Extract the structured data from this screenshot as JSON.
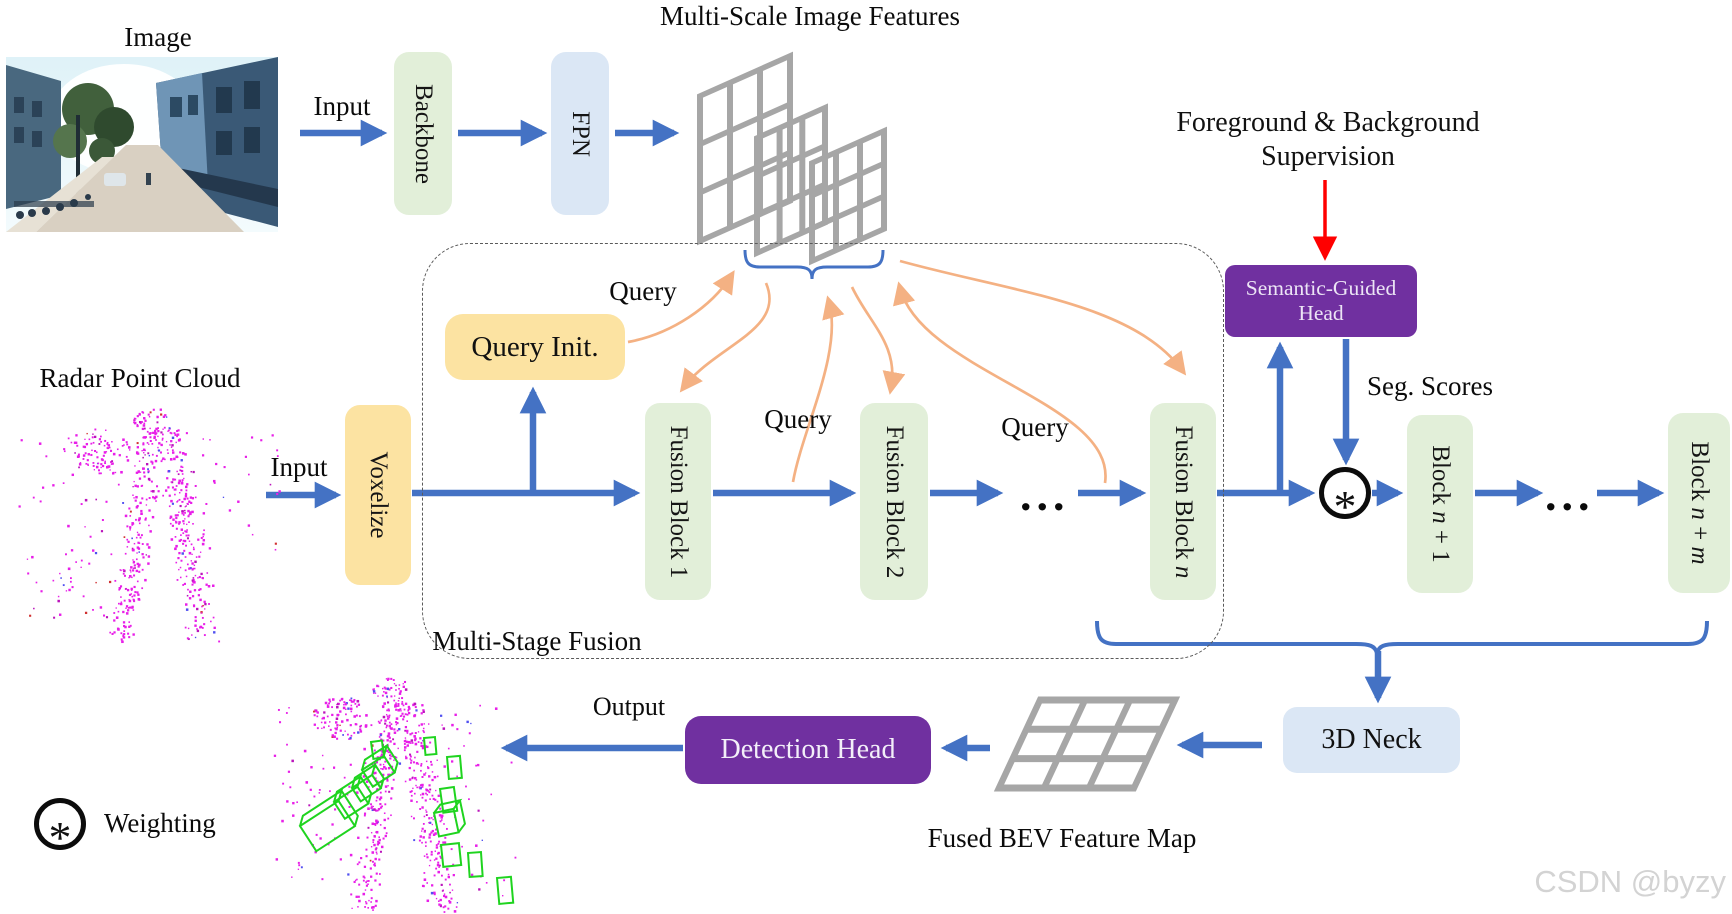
{
  "image_branch": {
    "label": "Image",
    "input_label": "Input",
    "backbone_label": "Backbone",
    "fpn_label": "FPN",
    "features_title": "Multi-Scale Image Features"
  },
  "radar_branch": {
    "label": "Radar Point Cloud",
    "input_label": "Input",
    "voxelize_label": "Voxelize"
  },
  "fusion": {
    "container_label": "Multi-Stage Fusion",
    "query_init_label": "Query Init.",
    "query1": "Query",
    "query2": "Query",
    "query3": "Query",
    "block1_label": "Fusion Block 1",
    "block2_label": "Fusion Block 2",
    "blockn_pre": "Fusion Block ",
    "blockn_var": "n",
    "dots": "..."
  },
  "supervision": {
    "title_line1": "Foreground & Background",
    "title_line2": "Supervision",
    "head_line1": "Semantic-Guided",
    "head_line2": "Head",
    "seg_scores_label": "Seg. Scores"
  },
  "post": {
    "dots": "...",
    "blockn1_pre": "Block ",
    "blockn1_var": "n",
    "blockn1_suffix": " + 1",
    "blocknm_pre": "Block ",
    "blocknm_var1": "n",
    "blocknm_mid": " + ",
    "blocknm_var2": "m"
  },
  "weighting": {
    "symbol": "*",
    "legend_symbol": "*",
    "legend_label": "Weighting"
  },
  "bottom": {
    "neck_label": "3D Neck",
    "bev_label": "Fused BEV Feature Map",
    "detection_head_label": "Detection Head",
    "output_label": "Output"
  },
  "watermark": "CSDN @byzy",
  "colors": {
    "arrow_blue": "#4472c4",
    "arrow_orange": "#f4b183",
    "arrow_red": "#ff0000",
    "box_green": "#e2efd9",
    "box_yellow": "#fce3a2",
    "box_blue": "#dbe7f5",
    "box_purple": "#7030a0",
    "grid_gray": "#a6a6a6",
    "radar_magenta": "#e81fe8",
    "detection_box_green": "#1fd41f"
  }
}
